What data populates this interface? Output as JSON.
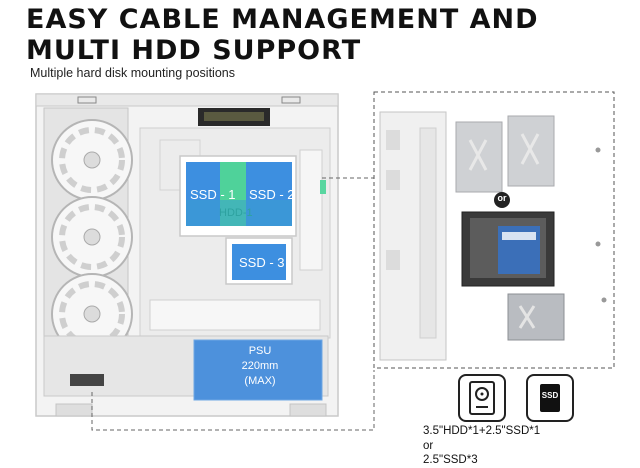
{
  "header": {
    "title_line1": "EASY CABLE MANAGEMENT AND",
    "title_line2": "MULTI HDD SUPPORT",
    "subtitle": "Multiple hard disk mounting positions"
  },
  "case_labels": {
    "ssd1": "SSD - 1",
    "ssd2": "SSD - 2",
    "hdd": "HDD-1",
    "ssd3": "SSD - 3",
    "psu_line1": "PSU",
    "psu_line2": "220mm",
    "psu_line3": "(MAX)"
  },
  "zoom_panel": {
    "or_label": "or"
  },
  "legend": {
    "ssd_icon_text": "SSD",
    "line1": "3.5\"HDD*1+2.5\"SSD*1",
    "line2": "or",
    "line3": "2.5\"SSD*3"
  },
  "colors": {
    "ssd_blue": "#3d8fe0",
    "hdd_green": "#4fd29a",
    "psu_blue": "#4d91dc"
  }
}
